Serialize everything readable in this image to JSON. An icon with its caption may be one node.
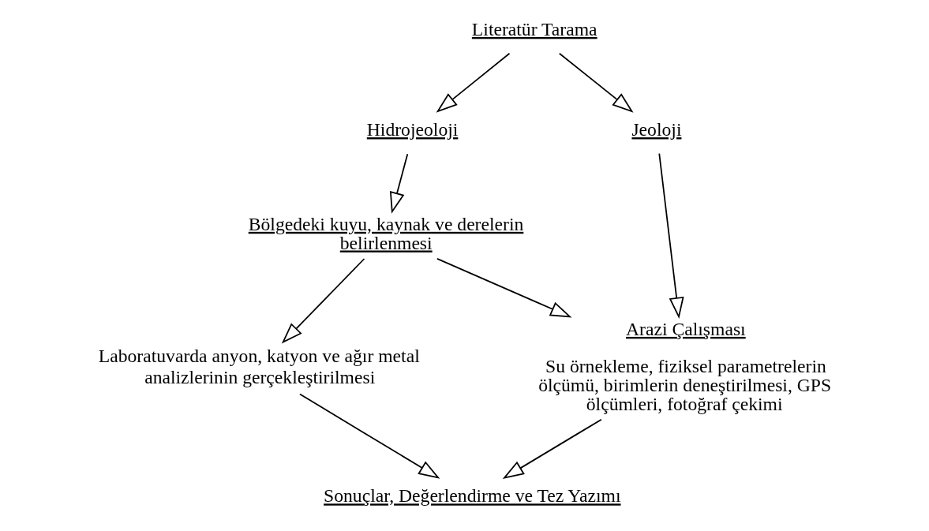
{
  "diagram": {
    "nodes": [
      {
        "text": [
          "Literatür Tarama"
        ]
      },
      {
        "text": [
          "Hidrojeoloji"
        ]
      },
      {
        "text": [
          "Jeoloji"
        ]
      },
      {
        "text": [
          "Bölgedeki kuyu, kaynak ve derelerin belirlenmesi"
        ]
      },
      {
        "text": [
          "Arazi Çalışması",
          "Su örnekleme, fiziksel parametrelerin ölçümü, birimlerin deneştirilmesi, GPS ölçümleri, fotoğraf çekimi"
        ]
      },
      {
        "text": [
          "Laboratuvarda anyon, katyon ve ağır metal analizlerinin gerçekleştirilmesi"
        ]
      },
      {
        "text": [
          "Sonuçlar, Değerlendirme ve Tez Yazımı"
        ]
      }
    ],
    "edges": [
      {
        "from": 0,
        "to": 1,
        "arrow": "to"
      },
      {
        "from": 0,
        "to": 2,
        "arrow": "to"
      },
      {
        "from": 1,
        "to": 3,
        "arrow": "to"
      },
      {
        "from": 2,
        "to": 4,
        "arrow": "to"
      },
      {
        "from": 3,
        "to": 5,
        "arrow": "to"
      },
      {
        "from": 3,
        "to": 4,
        "arrow": "to"
      },
      {
        "from": 5,
        "to": 6,
        "arrow": "to"
      },
      {
        "from": 4,
        "to": 6,
        "arrow": "to"
      }
    ]
  }
}
